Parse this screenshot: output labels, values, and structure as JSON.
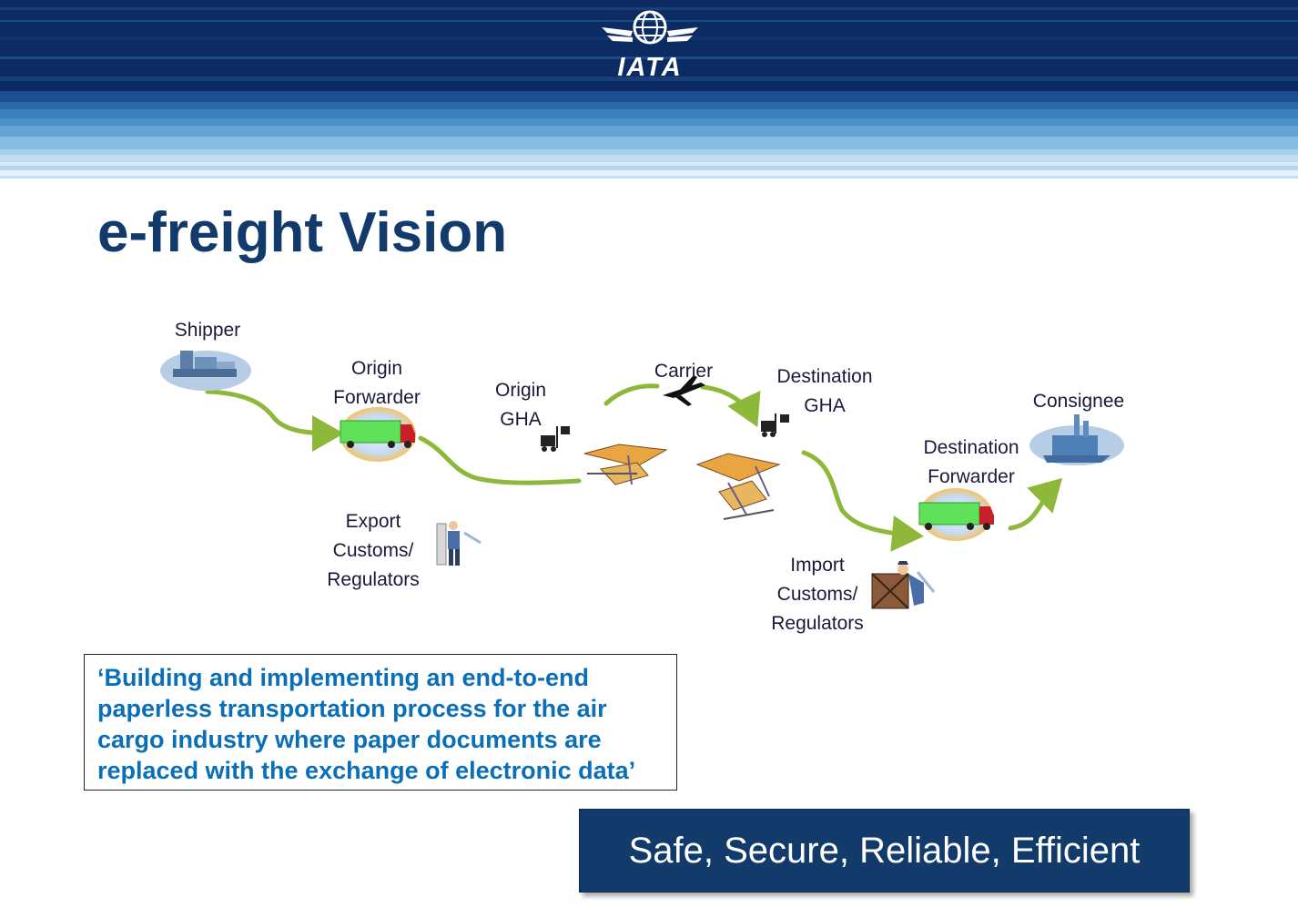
{
  "brand": {
    "logo_text": "IATA"
  },
  "slide": {
    "title": "e-freight Vision"
  },
  "flow": {
    "shipper": "Shipper",
    "origin_forwarder": [
      "Origin",
      "Forwarder"
    ],
    "origin_gha": [
      "Origin",
      "GHA"
    ],
    "carrier": "Carrier",
    "destination_gha": [
      "Destination",
      "GHA"
    ],
    "consignee": "Consignee",
    "destination_forwarder": [
      "Destination",
      "Forwarder"
    ],
    "export_customs": [
      "Export",
      "Customs/",
      "Regulators"
    ],
    "import_customs": [
      "Import",
      "Customs/",
      "Regulators"
    ]
  },
  "quote": [
    "‘Building and implementing an end-to-end",
    "paperless transportation process for the air",
    "cargo industry where paper documents are",
    "replaced with the exchange of electronic data’"
  ],
  "slogan": "Safe, Secure, Reliable, Efficient",
  "colors": {
    "navy": "#123a6b",
    "arrow_green": "#8db83a",
    "quote_blue": "#0b6fb8"
  },
  "icons": [
    "globe-wings-logo",
    "factory-icon",
    "truck-icon",
    "forklift-icon",
    "warehouse-icon",
    "airplane-icon",
    "customs-officer-icon",
    "crate-inspector-icon"
  ]
}
